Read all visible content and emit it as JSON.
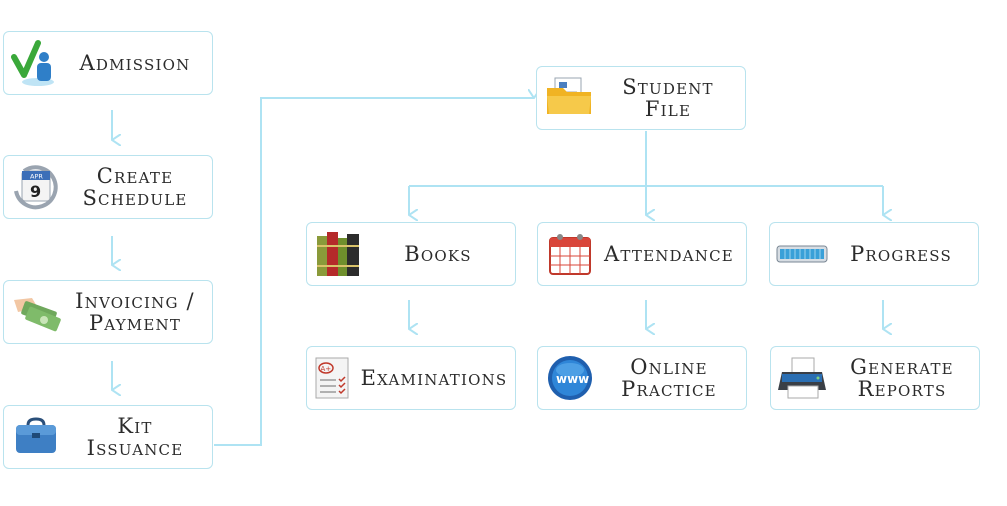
{
  "colors": {
    "connector": "#aee3f3",
    "border": "#b9e3ee",
    "text": "#2b2b2b"
  },
  "nodes": {
    "admission": {
      "label": [
        "Admission"
      ],
      "icon": "checkmark-person-icon"
    },
    "schedule": {
      "label": [
        "Create",
        "Schedule"
      ],
      "icon": "calendar-date-icon"
    },
    "invoicing": {
      "label": [
        "Invoicing /",
        "Payment"
      ],
      "icon": "money-hand-icon"
    },
    "kit": {
      "label": [
        "Kit",
        "Issuance"
      ],
      "icon": "briefcase-icon"
    },
    "student": {
      "label": [
        "Student",
        "File"
      ],
      "icon": "folder-icon"
    },
    "books": {
      "label": [
        "Books"
      ],
      "icon": "books-icon"
    },
    "attendance": {
      "label": [
        "Attendance"
      ],
      "icon": "calendar-grid-icon"
    },
    "progress": {
      "label": [
        "Progress"
      ],
      "icon": "progress-bar-icon"
    },
    "exams": {
      "label": [
        "Examinations"
      ],
      "icon": "graded-paper-icon"
    },
    "online": {
      "label": [
        "Online",
        "Practice"
      ],
      "icon": "www-globe-icon"
    },
    "reports": {
      "label": [
        "Generate",
        "Reports"
      ],
      "icon": "printer-icon"
    }
  },
  "calendar_icon_text": {
    "month": "APR",
    "day": "9"
  },
  "exam_icon_text": "A+",
  "www_icon_text": "www"
}
